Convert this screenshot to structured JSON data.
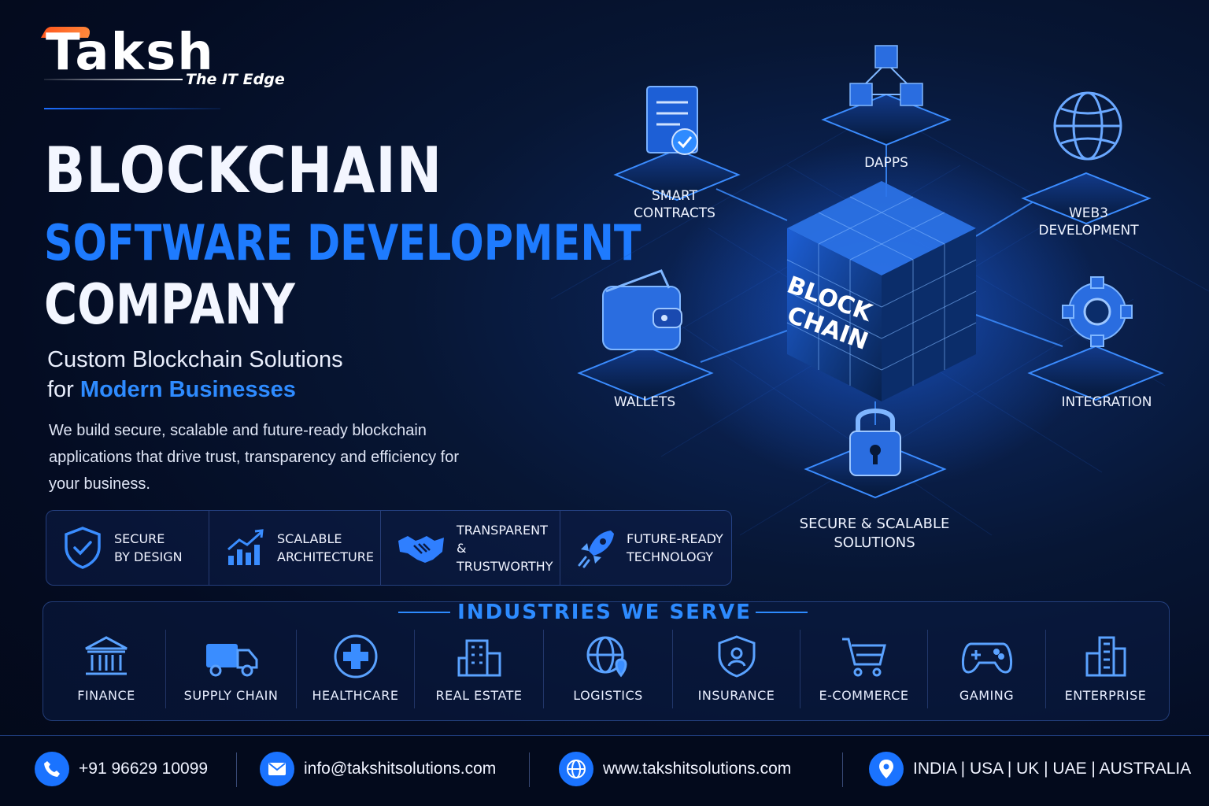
{
  "brand": {
    "name": "Taksh",
    "tagline": "The IT Edge"
  },
  "hero": {
    "line1": "BLOCKCHAIN",
    "line2": "SOFTWARE DEVELOPMENT",
    "line3": "COMPANY",
    "subtitle_a": "Custom Blockchain Solutions",
    "subtitle_b_prefix": "for",
    "subtitle_b_highlight": "Modern Businesses",
    "description": "We build secure, scalable and future-ready blockchain applications that drive trust, transparency and efficiency for your business."
  },
  "features": [
    {
      "line1": "SECURE",
      "line2": "BY DESIGN",
      "icon": "shield-check-icon"
    },
    {
      "line1": "SCALABLE",
      "line2": "ARCHITECTURE",
      "icon": "growth-chart-icon"
    },
    {
      "line1": "TRANSPARENT &",
      "line2": "TRUSTWORTHY",
      "icon": "handshake-icon"
    },
    {
      "line1": "FUTURE-READY",
      "line2": "TECHNOLOGY",
      "icon": "rocket-icon"
    }
  ],
  "diagram": {
    "center_label_1": "BLOCK",
    "center_label_2": "CHAIN",
    "nodes": {
      "smart_contracts_1": "SMART",
      "smart_contracts_2": "CONTRACTS",
      "dapps": "DAPPS",
      "web3_1": "WEB3",
      "web3_2": "DEVELOPMENT",
      "wallets": "WALLETS",
      "integration": "INTEGRATION",
      "secure_1": "SECURE & SCALABLE",
      "secure_2": "SOLUTIONS"
    }
  },
  "industries": {
    "title": "INDUSTRIES WE SERVE",
    "items": [
      {
        "label": "FINANCE",
        "icon": "bank-icon"
      },
      {
        "label": "SUPPLY CHAIN",
        "icon": "truck-icon"
      },
      {
        "label": "HEALTHCARE",
        "icon": "medical-cross-icon"
      },
      {
        "label": "REAL ESTATE",
        "icon": "buildings-icon"
      },
      {
        "label": "LOGISTICS",
        "icon": "globe-pin-icon"
      },
      {
        "label": "INSURANCE",
        "icon": "shield-person-icon"
      },
      {
        "label": "E-COMMERCE",
        "icon": "cart-icon"
      },
      {
        "label": "GAMING",
        "icon": "gamepad-icon"
      },
      {
        "label": "ENTERPRISE",
        "icon": "office-tower-icon"
      }
    ]
  },
  "contact": {
    "phone": "+91 96629 10099",
    "email": "info@takshitsolutions.com",
    "website": "www.takshitsolutions.com",
    "locations": "INDIA | USA | UK | UAE | AUSTRALIA"
  },
  "colors": {
    "accent": "#1e7bff",
    "background": "#040c22",
    "logo_swoosh": "#ff5a1f"
  }
}
